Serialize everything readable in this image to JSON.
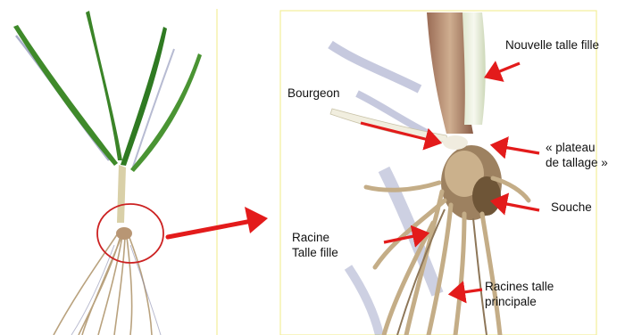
{
  "labels": {
    "nouvelle_talle": "Nouvelle talle fille",
    "bourgeon": "Bourgeon",
    "plateau_line1": "« plateau",
    "plateau_line2": "de tallage »",
    "souche": "Souche",
    "racine_line1": "Racine",
    "racine_line2": "Talle fille",
    "racines_principale_line1": "Racines talle",
    "racines_principale_line2": "principale"
  },
  "colors": {
    "arrow": "#e31b1b",
    "leaf": "#3f8a2a",
    "stem": "#d9d0a8",
    "root": "#b9a27e",
    "shadow": "#6f78a6",
    "panel_border": "#f2ee9a"
  },
  "icons": {
    "zoom_arrow": "arrow-right-icon",
    "callout_arrows": "arrow-icon",
    "highlight": "circle-highlight-icon"
  }
}
